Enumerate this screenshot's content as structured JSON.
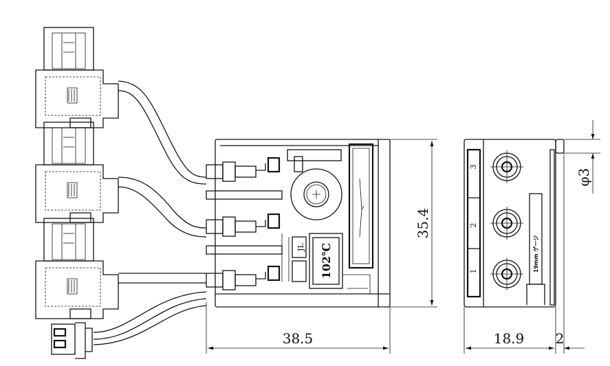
{
  "drawing": {
    "dimensions": {
      "height": "35.4",
      "width_front": "38.5",
      "width_side": "18.9",
      "knob_offset": "2",
      "diameter": "φ3"
    },
    "labels": {
      "temperature": "102℃",
      "brand": "JL",
      "terminal_1": "1",
      "terminal_2": "2",
      "terminal_3": "3",
      "gauge": "19mm ゲージ"
    },
    "colors": {
      "line": "#111111",
      "background": "#ffffff"
    }
  }
}
